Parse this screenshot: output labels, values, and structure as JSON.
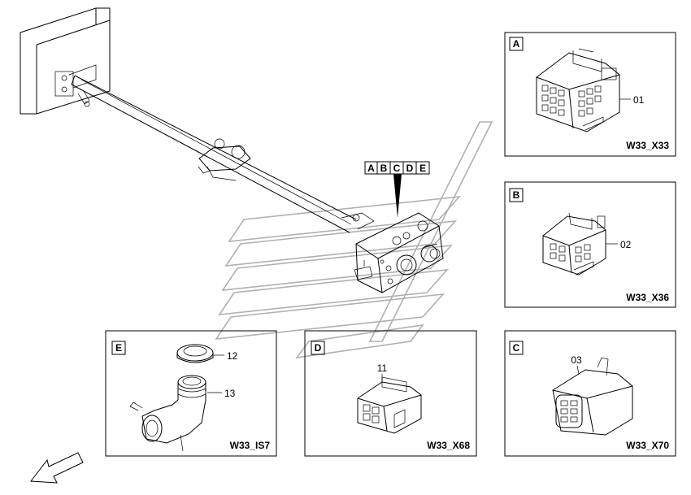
{
  "callout": {
    "letters": [
      "A",
      "B",
      "C",
      "D",
      "E"
    ]
  },
  "panels": [
    {
      "letter": "A",
      "part": "01",
      "connector": "W33_X33"
    },
    {
      "letter": "B",
      "part": "02",
      "connector": "W33_X36"
    },
    {
      "letter": "E",
      "parts": [
        "12",
        "13"
      ],
      "connector": "W33_IS7"
    },
    {
      "letter": "D",
      "part": "11",
      "connector": "W33_X68"
    },
    {
      "letter": "C",
      "part": "03",
      "connector": "W33_X70"
    }
  ],
  "icons": {
    "direction_arrow": "front-direction-arrow-icon",
    "watermark": "logo-watermark"
  },
  "colors": {
    "line": "#000000",
    "watermark": "#b0b0b0",
    "background": "#ffffff"
  }
}
